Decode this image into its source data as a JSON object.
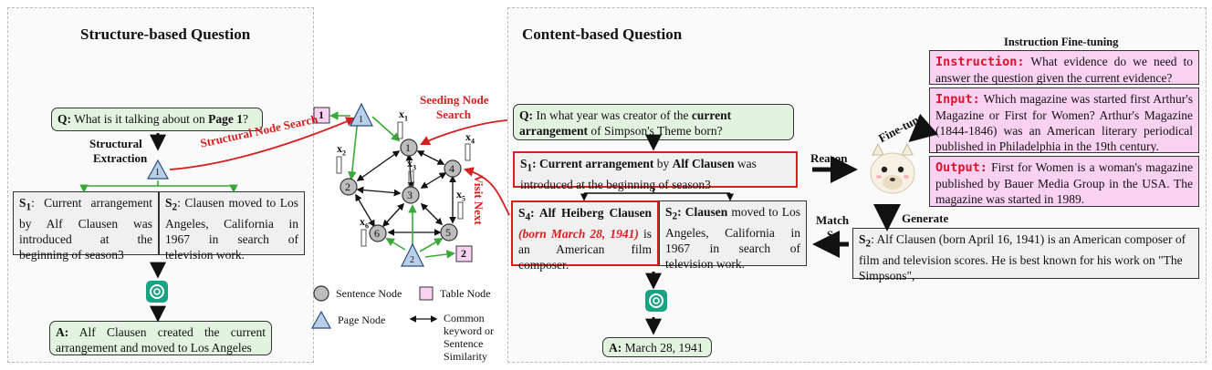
{
  "left": {
    "title": "Structure-based Question",
    "question_prefix": "Q:",
    "question_text": "What is it talking about on",
    "question_bold": "Page 1",
    "question_end": "?",
    "extraction_label_1": "Structural",
    "extraction_label_2": "Extraction",
    "page_num": "1",
    "s1_sub": "1",
    "s1_text": ": Current arrangement by Alf Clausen was introduced at the beginning of season3",
    "s2_sub": "2",
    "s2_text": ": Clausen moved to Los Angeles, California in 1967 in search of television work.",
    "answer_prefix": "A:",
    "answer_text": "Alf Clausen created the current arrangement and moved to Los Angeles",
    "structural_search": "Structural Node Search"
  },
  "graph": {
    "seeding_1": "Seeding Node",
    "seeding_2": "Search",
    "visit_next": "Visit Next",
    "nodes": [
      "1",
      "2",
      "3",
      "4",
      "5",
      "6"
    ],
    "pages": [
      "1",
      "2"
    ],
    "tables": [
      "1",
      "2"
    ],
    "x_labels": [
      "x",
      "x",
      "x",
      "x",
      "x",
      "x"
    ],
    "x_subs": [
      "1",
      "2",
      "3",
      "4",
      "5",
      "6"
    ]
  },
  "legend": {
    "sentence_node": "Sentence Node",
    "table_node": "Table Node",
    "page_node": "Page Node",
    "common_1": "Common",
    "common_2": "keyword or",
    "common_3": "Sentence",
    "common_4": "Similarity"
  },
  "right": {
    "title": "Content-based Question",
    "question_prefix": "Q:",
    "question_text": "In what year was creator of the",
    "question_bold": "current arrangement",
    "question_end": "of Simpson's Theme born?",
    "s1_sub": "1",
    "s1_bold_a": ": Current arrangement",
    "s1_mid": "by",
    "s1_bold_b": "Alf Clausen",
    "s1_end": "was introduced at the beginning of season3",
    "s4_sub": "4",
    "s4_bold": ": Alf Heiberg Clausen",
    "s4_red": "(born March 28, 1941)",
    "s4_end": "is an American film composer.",
    "s2_sub": "2",
    "s2_bold": ": Clausen",
    "s2_end": "moved to Los Angeles, California in 1967 in search of television work.",
    "answer_prefix": "A:",
    "answer_text": "March 28, 1941",
    "reason": "Reason",
    "match": "Match",
    "match_sub": "4",
    "fine_tune": "Fine-tune",
    "generate": "Generate"
  },
  "finetune": {
    "title": "Instruction Fine-tuning",
    "instruction_label": "Instruction:",
    "instruction_text": "What evidence do we need to answer the question given the current evidence?",
    "input_label": "Input:",
    "input_text": "Which magazine was started first Arthur's Magazine or First for Women? Arthur's Magazine (1844-1846) was an American literary periodical published in Philadelphia in the 19th century.",
    "output_label": "Output:",
    "output_text": "First for Women is a woman's magazine published by Bauer Media Group in the USA. The magazine was started in 1989.",
    "generated_prime": "S",
    "generated_sub": "2",
    "generated_text": ": Alf Clausen (born April 16, 1941) is an American composer of film and television scores. He is best known for his work on \"The Simpsons\","
  },
  "colors": {
    "green_box": "#e2f4df",
    "pink_box": "#f9d2f1",
    "red": "#d62020",
    "edge_green": "#3aa83a",
    "node_gray": "#bdbdbd",
    "page_blue": "#b9cfe8",
    "gpt_green": "#1aa383"
  }
}
